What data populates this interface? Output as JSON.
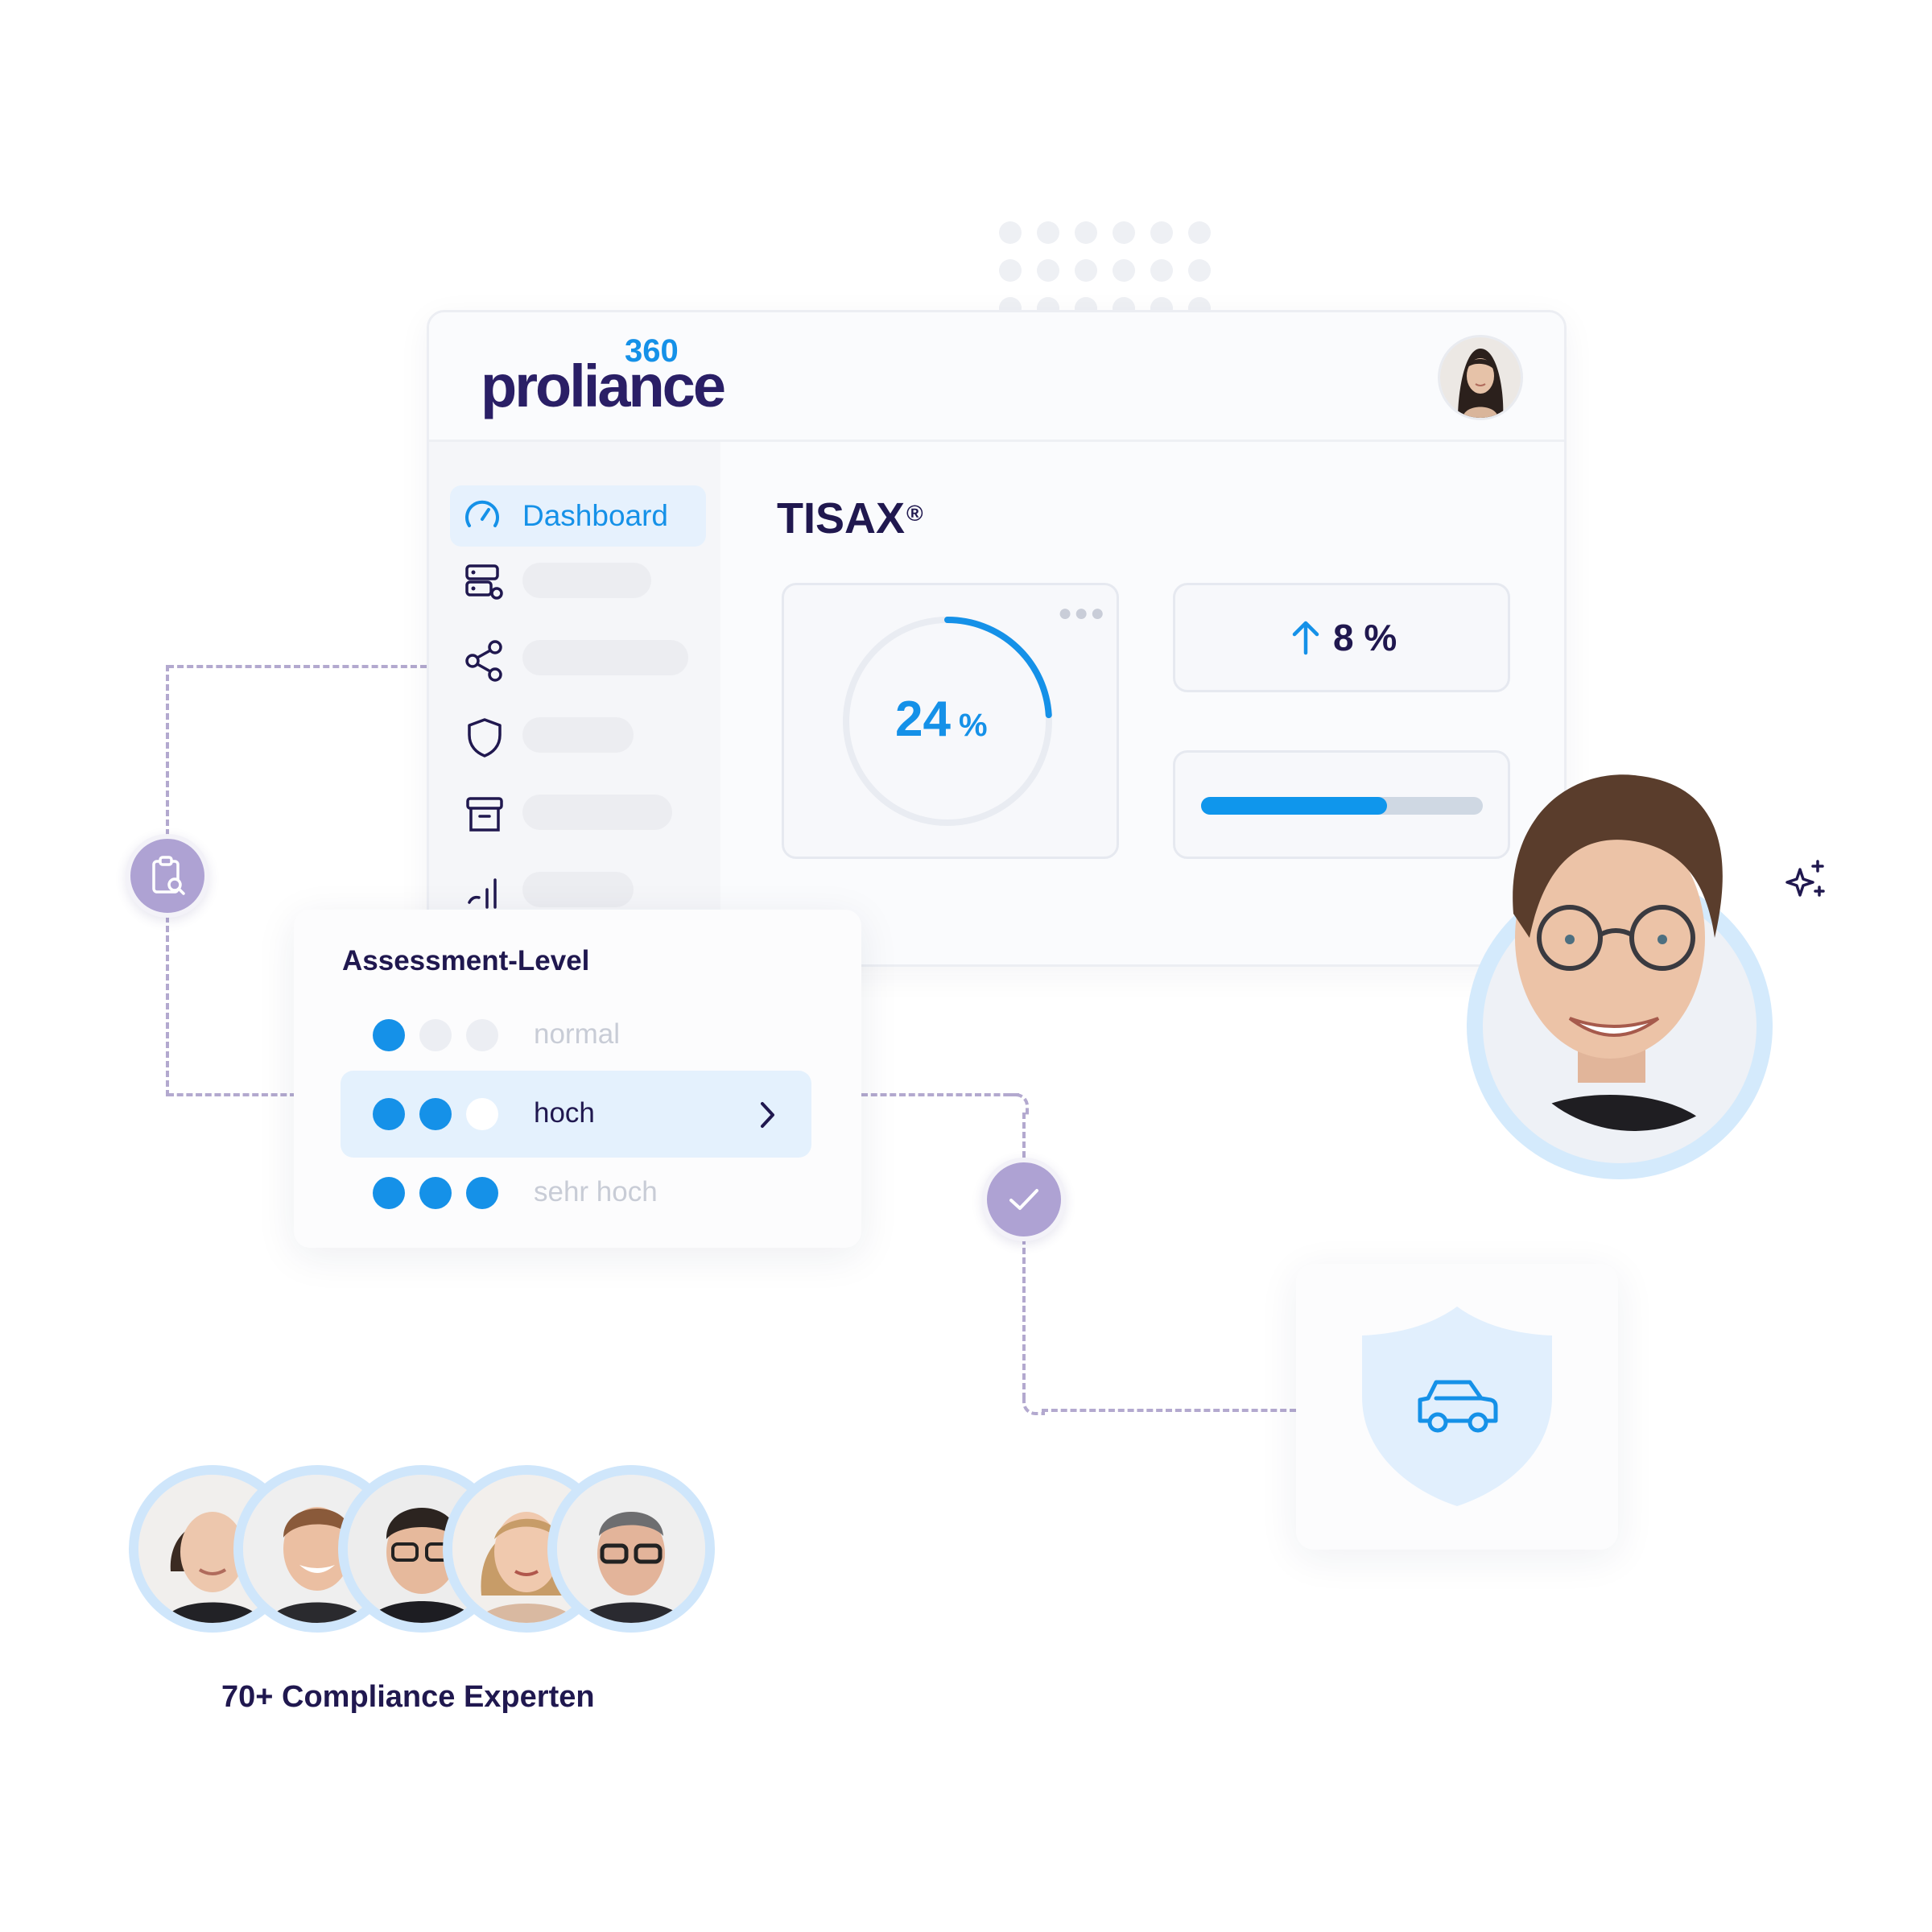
{
  "app": {
    "logo": {
      "word": "proliance",
      "superscript": "360"
    }
  },
  "sidebar": {
    "items": [
      {
        "label": "Dashboard",
        "icon": "gauge-icon",
        "active": true
      },
      {
        "label": "",
        "icon": "server-settings-icon"
      },
      {
        "label": "",
        "icon": "share-icon"
      },
      {
        "label": "",
        "icon": "shield-icon"
      },
      {
        "label": "",
        "icon": "archive-icon"
      },
      {
        "label": "",
        "icon": "chart-icon"
      }
    ]
  },
  "main": {
    "title": "TISAX",
    "title_mark": "®",
    "gauge": {
      "value": "24",
      "unit": "%",
      "fraction": 0.24
    },
    "stat": {
      "value": "8",
      "unit": "%",
      "direction": "up"
    },
    "progress": {
      "fraction": 0.66
    }
  },
  "assessment": {
    "title": "Assessment-Level",
    "levels": [
      {
        "label": "normal",
        "filled": 1,
        "selected": false
      },
      {
        "label": "hoch",
        "filled": 2,
        "selected": true
      },
      {
        "label": "sehr hoch",
        "filled": 3,
        "selected": false
      }
    ]
  },
  "experts": {
    "caption": "70+ Compliance Experten",
    "count_shown": 5
  },
  "colors": {
    "accent": "#1591e8",
    "navy": "#20184f",
    "badge_purple": "#aea2d3",
    "connector": "#b3a9cf",
    "dot_inactive": "#eceef3",
    "label_muted": "#c8ccd6"
  },
  "icons": {
    "left_badge": "clipboard-search-icon",
    "mid_badge": "check-icon",
    "shield_card": "car-shield-icon",
    "sparkle": "sparkle-icon"
  }
}
